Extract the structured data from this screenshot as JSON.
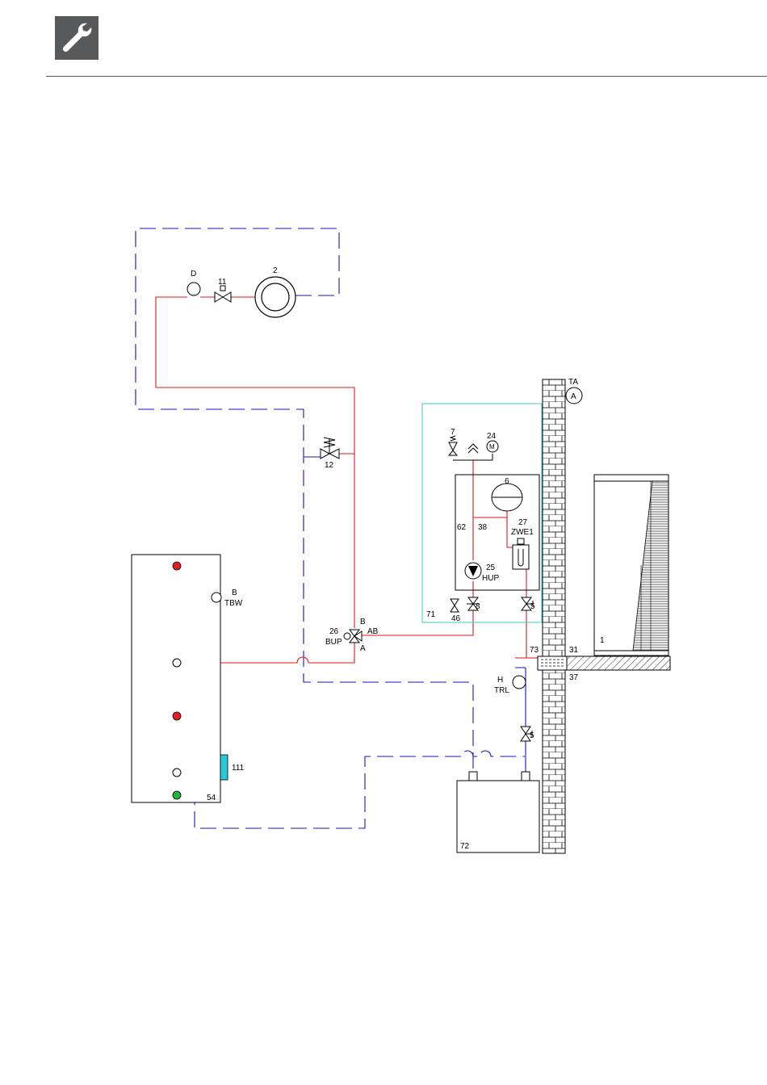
{
  "header": {
    "icon": "wrench-icon"
  },
  "colors": {
    "supply_line": "#e0161b",
    "return_line": "#1616c8",
    "module_outline": "#40c8b8",
    "sensor_red": "#e31e24",
    "sensor_green": "#22b33a",
    "heater_cyan": "#2cc7d8",
    "wall_fill": "#ffffff",
    "outline": "#000000"
  },
  "labels": {
    "D": "D",
    "n11": "11",
    "n2": "2",
    "n12": "12",
    "TA": "TA",
    "A_sensor": "A",
    "n7": "7",
    "n24": "24",
    "M": "M",
    "n6": "6",
    "n27": "27",
    "ZWE1": "ZWE1",
    "n62": "62",
    "n38": "38",
    "n25": "25",
    "HUP": "HUP",
    "n46": "46",
    "n8": "8",
    "n5a": "5",
    "n71": "71",
    "n73": "73",
    "n31": "31",
    "n37": "37",
    "n1": "1",
    "B": "B",
    "TBW": "TBW",
    "n26": "26",
    "BUP": "BUP",
    "vB": "B",
    "vAB": "AB",
    "vA": "A",
    "H": "H",
    "TRL": "TRL",
    "n5b": "5",
    "n111": "111",
    "n54": "54",
    "n72": "72"
  }
}
